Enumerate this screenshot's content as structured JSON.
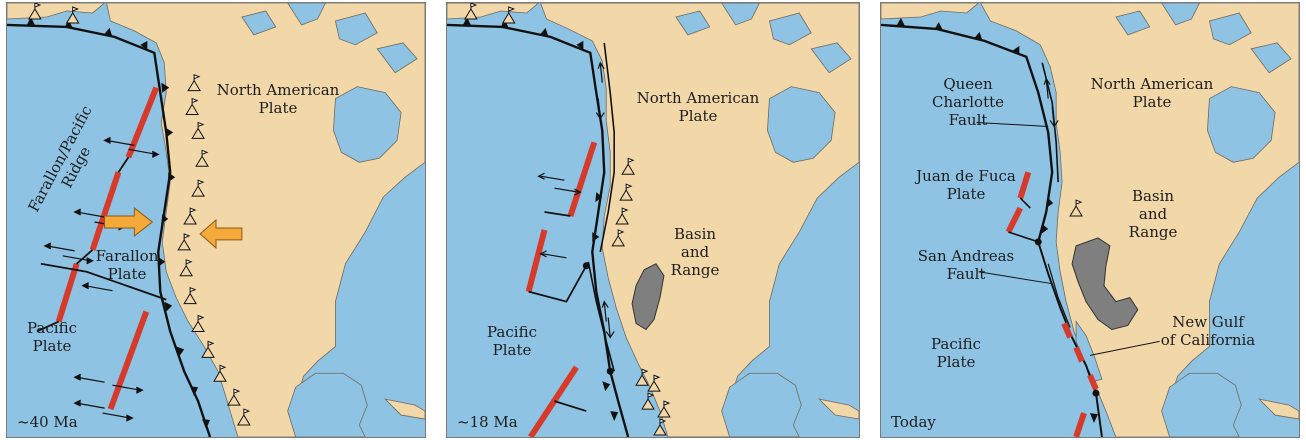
{
  "panels": [
    {
      "age": "~40 Ma",
      "labels": {
        "north_american_plate_line1": "North American",
        "north_american_plate_line2": "Plate",
        "ridge_line1": "Farallon/Pacific",
        "ridge_line2": "Ridge",
        "farallon_plate_line1": "Farallon",
        "farallon_plate_line2": "Plate",
        "pacific_plate_line1": "Pacific",
        "pacific_plate_line2": "Plate"
      }
    },
    {
      "age": "~18 Ma",
      "labels": {
        "north_american_plate_line1": "North American",
        "north_american_plate_line2": "Plate",
        "basin_range_line1": "Basin",
        "basin_range_line2": "and",
        "basin_range_line3": "Range",
        "pacific_plate_line1": "Pacific",
        "pacific_plate_line2": "Plate"
      }
    },
    {
      "age": "Today",
      "labels": {
        "queen_charlotte_line1": "Queen",
        "queen_charlotte_line2": "Charlotte",
        "queen_charlotte_line3": "Fault",
        "north_american_plate_line1": "North American",
        "north_american_plate_line2": "Plate",
        "juan_de_fuca_line1": "Juan de Fuca",
        "juan_de_fuca_line2": "Plate",
        "basin_range_line1": "Basin",
        "basin_range_line2": "and",
        "basin_range_line3": "Range",
        "san_andreas_line1": "San Andreas",
        "san_andreas_line2": "Fault",
        "new_gulf_line1": "New Gulf",
        "new_gulf_line2": "of California",
        "pacific_plate_line1": "Pacific",
        "pacific_plate_line2": "Plate"
      }
    }
  ],
  "colors": {
    "ocean": "#8fc3e3",
    "land": "#f2d7a9",
    "ridge": "#d63a2b",
    "basin": "#7f7f7f",
    "arrow": "#f4a93a",
    "fault": "#111111"
  },
  "icons": [
    "volcano-icon",
    "plate-motion-arrow-icon",
    "subduction-triangle-icon",
    "triple-junction-dot-icon"
  ]
}
